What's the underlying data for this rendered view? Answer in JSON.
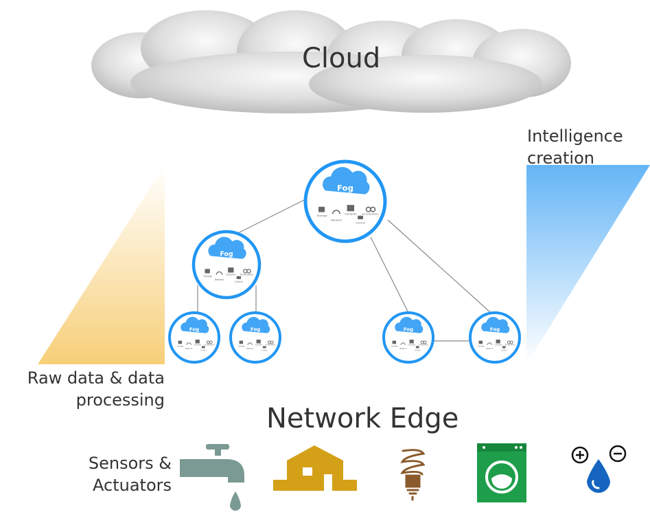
{
  "cloud": {
    "label": "Cloud"
  },
  "intelligence": {
    "line1": "Intelligence",
    "line2": "creation"
  },
  "raw_data": {
    "line1": "Raw data & data",
    "line2": "processing"
  },
  "network_edge": {
    "label": "Network Edge"
  },
  "sensors": {
    "line1": "Sensors &",
    "line2": "Actuators"
  },
  "fog_node": {
    "title": "Fog",
    "capabilities": [
      "Storage",
      "Network",
      "Compute",
      "Control",
      "Accelerators"
    ]
  },
  "fog_nodes_count_label": "",
  "devices": [
    {
      "icon": "water-faucet-icon"
    },
    {
      "icon": "house-icon"
    },
    {
      "icon": "light-bulb-icon"
    },
    {
      "icon": "washing-machine-icon"
    },
    {
      "icon": "water-drop-plus-minus-icon"
    }
  ],
  "colors": {
    "fog_ring": "#2196f3",
    "fog_cloud": "#42a5f5",
    "raw_gradient": "#f7cf78",
    "intel_gradient": "#64b5f6",
    "faucet": "#7a9a93",
    "house": "#d4a017",
    "bulb": "#8a5a2b",
    "washer": "#1e9e4a",
    "drop": "#1565c0",
    "cloud": "#cfcfcf"
  }
}
